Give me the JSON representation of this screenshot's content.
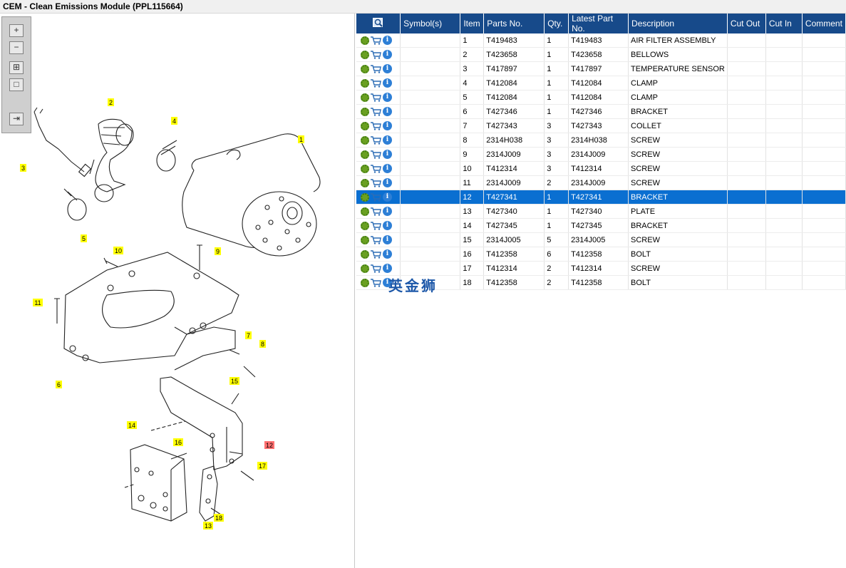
{
  "window": {
    "title": "CEM - Clean Emissions Module (PPL115664)"
  },
  "toolbox": {
    "icons": [
      "zoom-in-icon",
      "zoom-out-icon",
      "fit-all-icon",
      "fit-window-icon",
      "toggle-panel-icon"
    ]
  },
  "diagram": {
    "callouts": [
      {
        "label": "1"
      },
      {
        "label": "2"
      },
      {
        "label": "3"
      },
      {
        "label": "4"
      },
      {
        "label": "5"
      },
      {
        "label": "6"
      },
      {
        "label": "7"
      },
      {
        "label": "8"
      },
      {
        "label": "9"
      },
      {
        "label": "10"
      },
      {
        "label": "11"
      },
      {
        "label": "12",
        "highlighted": true
      },
      {
        "label": "13"
      },
      {
        "label": "14"
      },
      {
        "label": "15"
      },
      {
        "label": "16"
      },
      {
        "label": "17"
      },
      {
        "label": "18"
      }
    ]
  },
  "table": {
    "columns": [
      "",
      "Symbol(s)",
      "Item",
      "Parts No.",
      "Qty.",
      "Latest Part No.",
      "Description",
      "Cut Out",
      "Cut In",
      "Comment"
    ],
    "selected_row": 11,
    "rows": [
      {
        "item": "1",
        "part_no": "T419483",
        "qty": "1",
        "latest": "T419483",
        "desc": "AIR FILTER ASSEMBLY"
      },
      {
        "item": "2",
        "part_no": "T423658",
        "qty": "1",
        "latest": "T423658",
        "desc": "BELLOWS"
      },
      {
        "item": "3",
        "part_no": "T417897",
        "qty": "1",
        "latest": "T417897",
        "desc": "TEMPERATURE SENSOR"
      },
      {
        "item": "4",
        "part_no": "T412084",
        "qty": "1",
        "latest": "T412084",
        "desc": "CLAMP"
      },
      {
        "item": "5",
        "part_no": "T412084",
        "qty": "1",
        "latest": "T412084",
        "desc": "CLAMP"
      },
      {
        "item": "6",
        "part_no": "T427346",
        "qty": "1",
        "latest": "T427346",
        "desc": "BRACKET"
      },
      {
        "item": "7",
        "part_no": "T427343",
        "qty": "3",
        "latest": "T427343",
        "desc": "COLLET"
      },
      {
        "item": "8",
        "part_no": "2314H038",
        "qty": "3",
        "latest": "2314H038",
        "desc": "SCREW"
      },
      {
        "item": "9",
        "part_no": "2314J009",
        "qty": "3",
        "latest": "2314J009",
        "desc": "SCREW"
      },
      {
        "item": "10",
        "part_no": "T412314",
        "qty": "3",
        "latest": "T412314",
        "desc": "SCREW"
      },
      {
        "item": "11",
        "part_no": "2314J009",
        "qty": "2",
        "latest": "2314J009",
        "desc": "SCREW"
      },
      {
        "item": "12",
        "part_no": "T427341",
        "qty": "1",
        "latest": "T427341",
        "desc": "BRACKET"
      },
      {
        "item": "13",
        "part_no": "T427340",
        "qty": "1",
        "latest": "T427340",
        "desc": "PLATE"
      },
      {
        "item": "14",
        "part_no": "T427345",
        "qty": "1",
        "latest": "T427345",
        "desc": "BRACKET"
      },
      {
        "item": "15",
        "part_no": "2314J005",
        "qty": "5",
        "latest": "2314J005",
        "desc": "SCREW"
      },
      {
        "item": "16",
        "part_no": "T412358",
        "qty": "6",
        "latest": "T412358",
        "desc": "BOLT"
      },
      {
        "item": "17",
        "part_no": "T412314",
        "qty": "2",
        "latest": "T412314",
        "desc": "SCREW"
      },
      {
        "item": "18",
        "part_no": "T412358",
        "qty": "2",
        "latest": "T412358",
        "desc": "BOLT"
      }
    ],
    "row_icons": [
      "gear-icon",
      "cart-icon",
      "info-icon"
    ]
  },
  "watermark": {
    "text": "英金狮"
  },
  "colors": {
    "header_bg": "#174a8a",
    "selected_row": "#0a6fd1",
    "callout_bg": "#ffff00",
    "callout_highlight": "#ff6f6f"
  }
}
